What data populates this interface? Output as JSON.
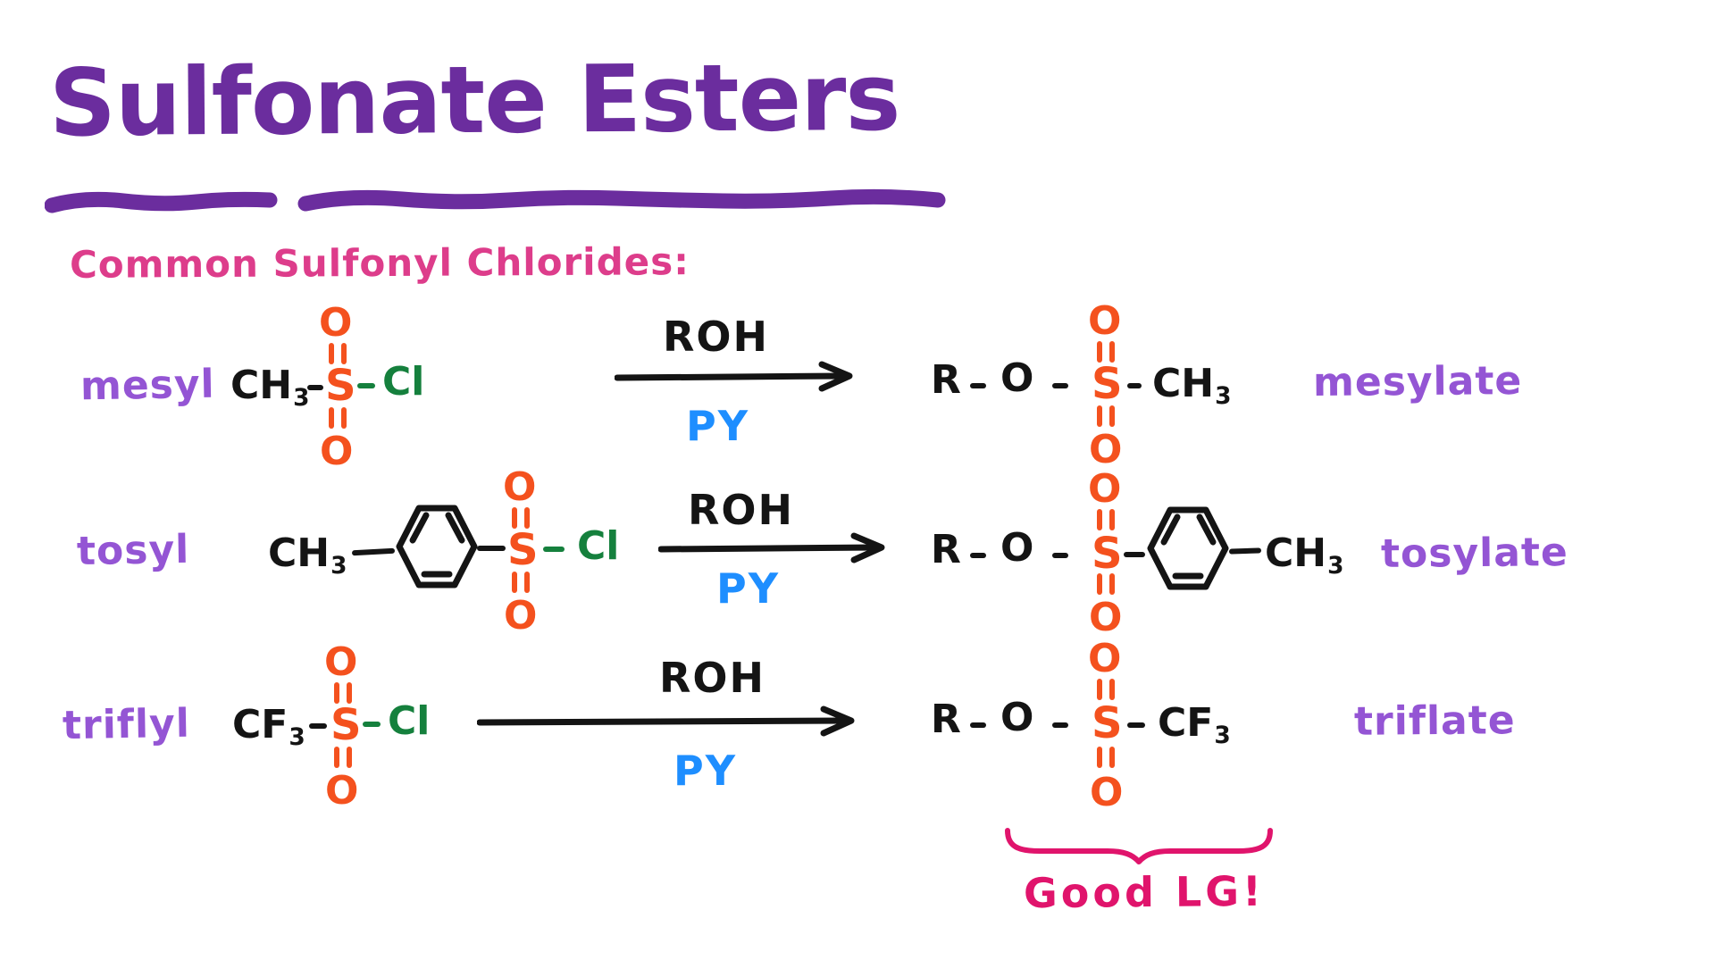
{
  "title": {
    "text": "Sulfonate Esters"
  },
  "heading": {
    "text": "Common Sulfonyl Chlorides:"
  },
  "rows": [
    {
      "label": "mesyl",
      "reactant": {
        "group_base": "CH",
        "group_sub": "3",
        "s": "S",
        "o_top": "O",
        "o_bottom": "O",
        "cl": "Cl"
      },
      "arrow": {
        "above": "ROH",
        "below": "PY"
      },
      "product": {
        "r": "R",
        "o": "O",
        "s": "S",
        "o_top": "O",
        "o_bottom": "O",
        "group_base": "CH",
        "group_sub": "3"
      },
      "product_label": "mesylate"
    },
    {
      "label": "tosyl",
      "reactant": {
        "group_base": "CH",
        "group_sub": "3",
        "s": "S",
        "o_top": "O",
        "o_bottom": "O",
        "cl": "Cl"
      },
      "arrow": {
        "above": "ROH",
        "below": "PY"
      },
      "product": {
        "r": "R",
        "o": "O",
        "s": "S",
        "o_top": "O",
        "o_bottom": "O",
        "group_base": "CH",
        "group_sub": "3"
      },
      "product_label": "tosylate"
    },
    {
      "label": "triflyl",
      "reactant": {
        "group_base": "CF",
        "group_sub": "3",
        "s": "S",
        "o_top": "O",
        "o_bottom": "O",
        "cl": "Cl"
      },
      "arrow": {
        "above": "ROH",
        "below": "PY"
      },
      "product": {
        "r": "R",
        "o": "O",
        "s": "S",
        "o_top": "O",
        "o_bottom": "O",
        "group_base": "CF",
        "group_sub": "3"
      },
      "product_label": "triflate"
    }
  ],
  "annotation": {
    "text": "Good LG!"
  },
  "colors": {
    "title_purple": "#6B2D9E",
    "label_purple": "#9455D4",
    "heading_pink": "#DD3D8B",
    "annotation_pink": "#E0146C",
    "orange": "#F4511E",
    "green": "#15803D",
    "blue": "#1E8EFF",
    "ink": "#141414",
    "background": "#FFFFFF"
  }
}
